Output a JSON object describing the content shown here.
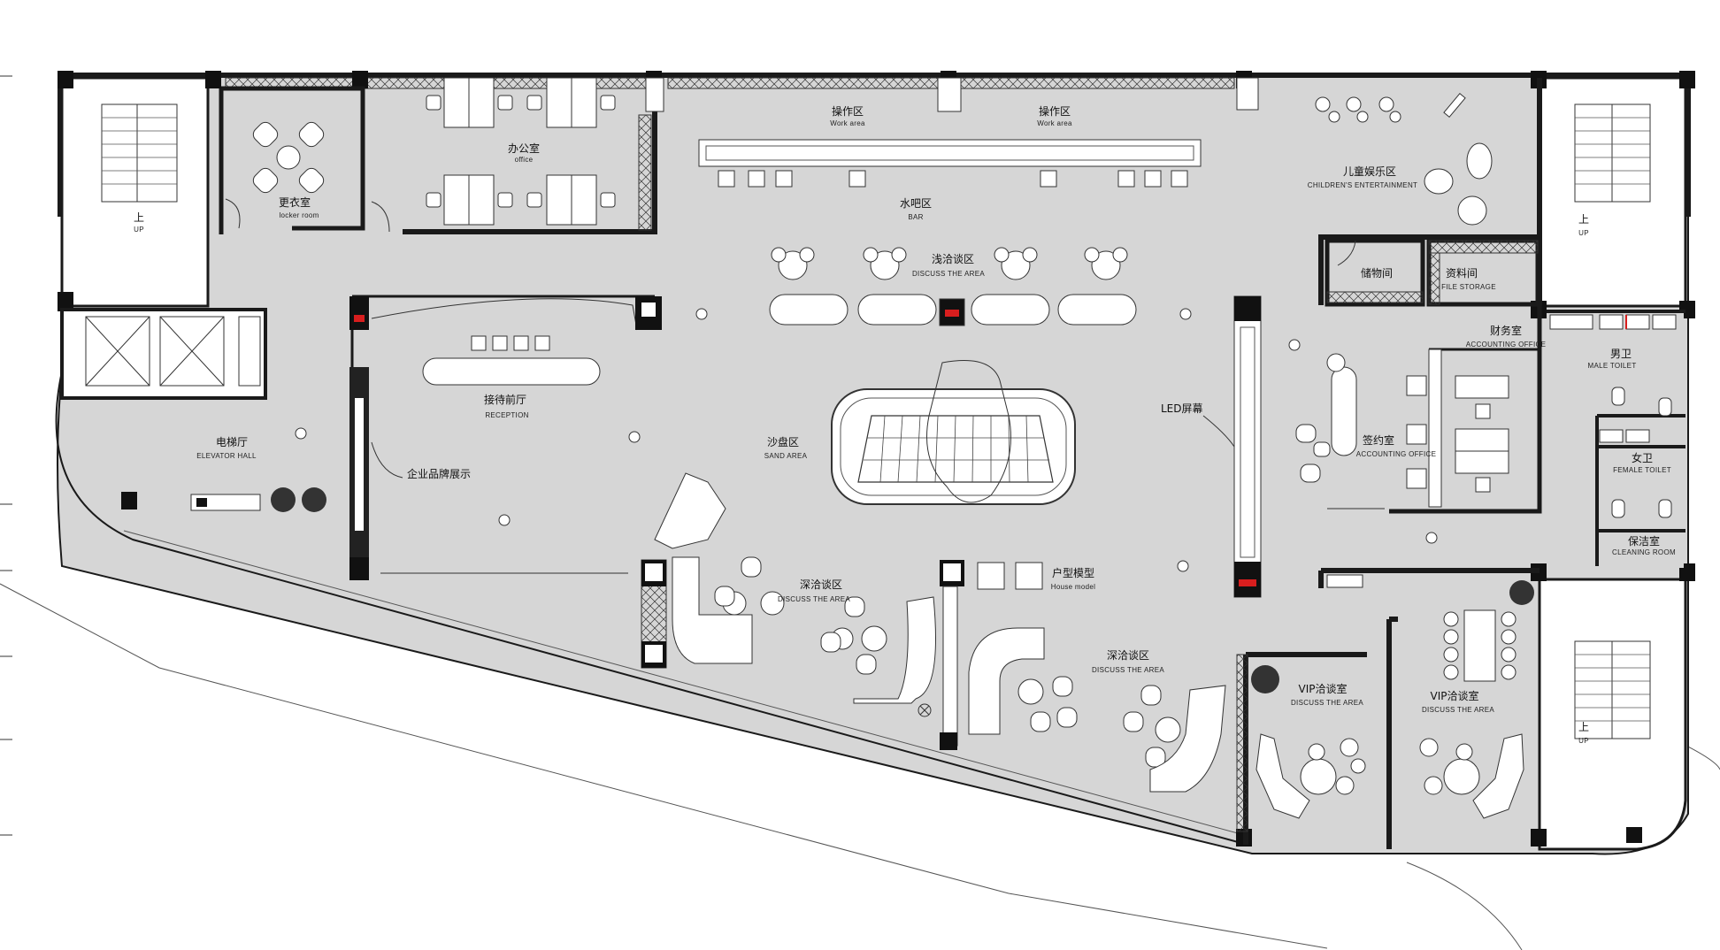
{
  "colors": {
    "floor": "#d6d6d6",
    "wall": "#1a1a1a",
    "line": "#2a2a2a",
    "furniture": "#ffffff",
    "accent_red": "#d81e1e",
    "background": "#ffffff"
  },
  "rooms": {
    "locker": {
      "zh": "更衣室",
      "en": "locker room"
    },
    "office": {
      "zh": "办公室",
      "en": "office"
    },
    "work1": {
      "zh": "操作区",
      "en": "Work area"
    },
    "work2": {
      "zh": "操作区",
      "en": "Work area"
    },
    "bar": {
      "zh": "水吧区",
      "en": "BAR"
    },
    "kids": {
      "zh": "儿童娱乐区",
      "en": "CHILDREN'S ENTERTAINMENT"
    },
    "discuss_light": {
      "zh": "浅洽谈区",
      "en": "DISCUSS THE AREA"
    },
    "storage": {
      "zh": "储物间",
      "en": ""
    },
    "file": {
      "zh": "资料间",
      "en": "FILE STORAGE"
    },
    "finance": {
      "zh": "财务室",
      "en": "ACCOUNTING OFFICE"
    },
    "male": {
      "zh": "男卫",
      "en": "MALE TOILET"
    },
    "female": {
      "zh": "女卫",
      "en": "FEMALE TOILET"
    },
    "cleaning": {
      "zh": "保洁室",
      "en": "CLEANING ROOM"
    },
    "signing": {
      "zh": "签约室",
      "en": "ACCOUNTING OFFICE"
    },
    "reception": {
      "zh": "接待前厅",
      "en": "RECEPTION"
    },
    "sand": {
      "zh": "沙盘区",
      "en": "SAND AREA"
    },
    "elevator": {
      "zh": "电梯厅",
      "en": "ELEVATOR HALL"
    },
    "deep1": {
      "zh": "深洽谈区",
      "en": "DISCUSS THE AREA"
    },
    "deep2": {
      "zh": "深洽谈区",
      "en": "DISCUSS THE AREA"
    },
    "house": {
      "zh": "户型模型",
      "en": "House model"
    },
    "vip1": {
      "zh": "VIP洽谈室",
      "en": "DISCUSS THE AREA"
    },
    "vip2": {
      "zh": "VIP洽谈室",
      "en": "DISCUSS THE AREA"
    }
  },
  "callouts": {
    "brand": "企业品牌展示",
    "led": "LED屏幕"
  },
  "stairs": {
    "left": {
      "zh": "上",
      "en": "UP"
    },
    "right_top": {
      "zh": "上",
      "en": "UP"
    },
    "right_bottom": {
      "zh": "上",
      "en": "UP"
    }
  }
}
